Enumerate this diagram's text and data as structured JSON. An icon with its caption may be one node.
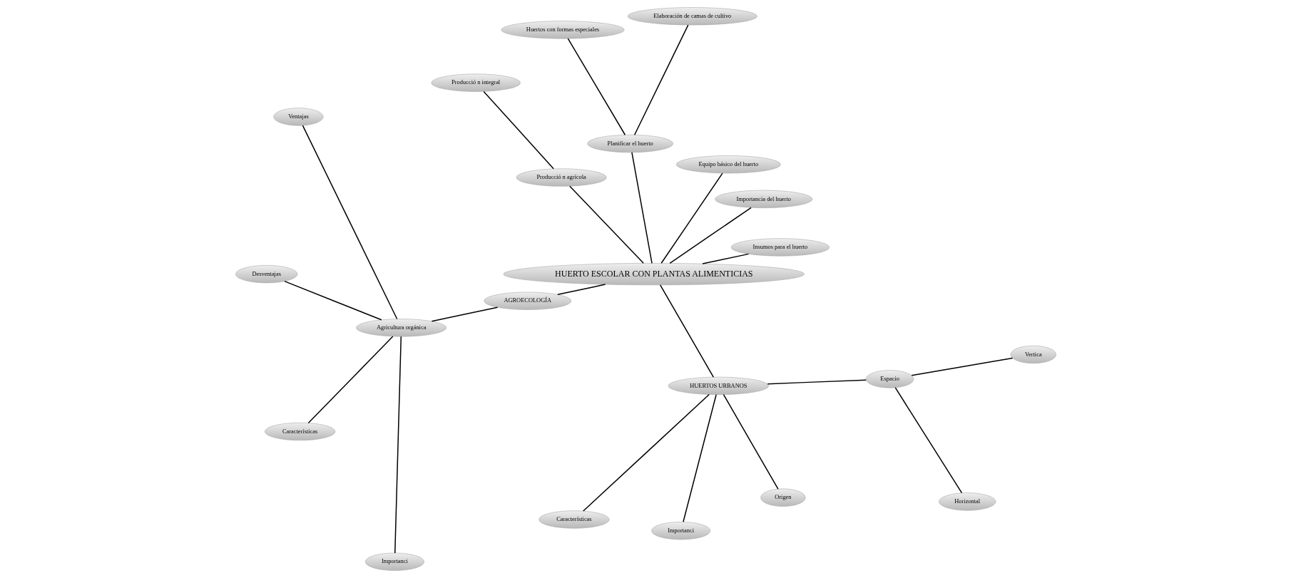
{
  "diagram": {
    "nodes": [
      {
        "text": [
          "HUERTO ESCOLAR CON PLANTAS ALIMENTICIAS"
        ]
      },
      {
        "text": [
          "Insumos para el huerto"
        ]
      },
      {
        "text": [
          "Importancia del huerto"
        ]
      },
      {
        "text": [
          "Equipo básico del huerto"
        ]
      },
      {
        "text": [
          "Planificar el huerto"
        ]
      },
      {
        "text": [
          "Elaboración de camas de cultivo"
        ]
      },
      {
        "text": [
          "Huertos con formas especiales"
        ]
      },
      {
        "text": [
          "Producció n agrícola"
        ]
      },
      {
        "text": [
          "Producció n integral"
        ]
      },
      {
        "text": [
          "AGROECOLOGÍA"
        ]
      },
      {
        "text": [
          "Agricultura orgánica"
        ]
      },
      {
        "text": [
          "Ventajas"
        ]
      },
      {
        "text": [
          "Desventajas"
        ]
      },
      {
        "text": [
          "Características"
        ]
      },
      {
        "text": [
          "Importanci"
        ]
      },
      {
        "text": [
          "HUERTOS URBANOS"
        ]
      },
      {
        "text": [
          "Características"
        ]
      },
      {
        "text": [
          "Importanci"
        ]
      },
      {
        "text": [
          "Origen"
        ]
      },
      {
        "text": [
          "Espacio"
        ]
      },
      {
        "text": [
          "Horizontal"
        ]
      },
      {
        "text": [
          "Vertica"
        ]
      }
    ],
    "edges": [
      {
        "from": 0,
        "to": 1,
        "arrow": "none"
      },
      {
        "from": 0,
        "to": 2,
        "arrow": "none"
      },
      {
        "from": 0,
        "to": 3,
        "arrow": "none"
      },
      {
        "from": 0,
        "to": 4,
        "arrow": "none"
      },
      {
        "from": 4,
        "to": 5,
        "arrow": "none"
      },
      {
        "from": 4,
        "to": 6,
        "arrow": "none"
      },
      {
        "from": 0,
        "to": 7,
        "arrow": "none"
      },
      {
        "from": 7,
        "to": 8,
        "arrow": "none"
      },
      {
        "from": 0,
        "to": 9,
        "arrow": "none"
      },
      {
        "from": 9,
        "to": 10,
        "arrow": "none"
      },
      {
        "from": 10,
        "to": 11,
        "arrow": "none"
      },
      {
        "from": 10,
        "to": 12,
        "arrow": "none"
      },
      {
        "from": 10,
        "to": 13,
        "arrow": "none"
      },
      {
        "from": 10,
        "to": 14,
        "arrow": "none"
      },
      {
        "from": 0,
        "to": 15,
        "arrow": "none"
      },
      {
        "from": 15,
        "to": 16,
        "arrow": "none"
      },
      {
        "from": 15,
        "to": 17,
        "arrow": "none"
      },
      {
        "from": 15,
        "to": 18,
        "arrow": "none"
      },
      {
        "from": 15,
        "to": 19,
        "arrow": "none"
      },
      {
        "from": 19,
        "to": 20,
        "arrow": "none"
      },
      {
        "from": 19,
        "to": 21,
        "arrow": "none"
      }
    ]
  }
}
